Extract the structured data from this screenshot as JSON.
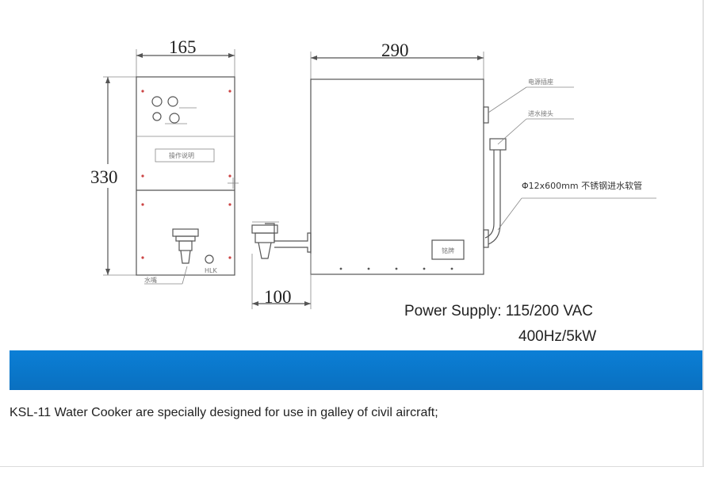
{
  "dimensions": {
    "width_front": "165",
    "height_front": "330",
    "width_side": "290",
    "spout_offset": "100"
  },
  "labels": {
    "power_socket": "电源插座",
    "water_inlet": "进水接头",
    "hose": "Φ12x600mm 不锈钢进水软管",
    "nameplate": "铭牌",
    "instructions": "操作说明",
    "faucet": "水嘴"
  },
  "power_supply": {
    "line1": "Power Supply: 115/200 VAC",
    "line2": "400Hz/5kW"
  },
  "caption": "KSL-11 Water Cooker are specially designed for use in galley of civil aircraft;",
  "colors": {
    "band": "#0b7fd6",
    "band_dark": "#0a70c0"
  }
}
